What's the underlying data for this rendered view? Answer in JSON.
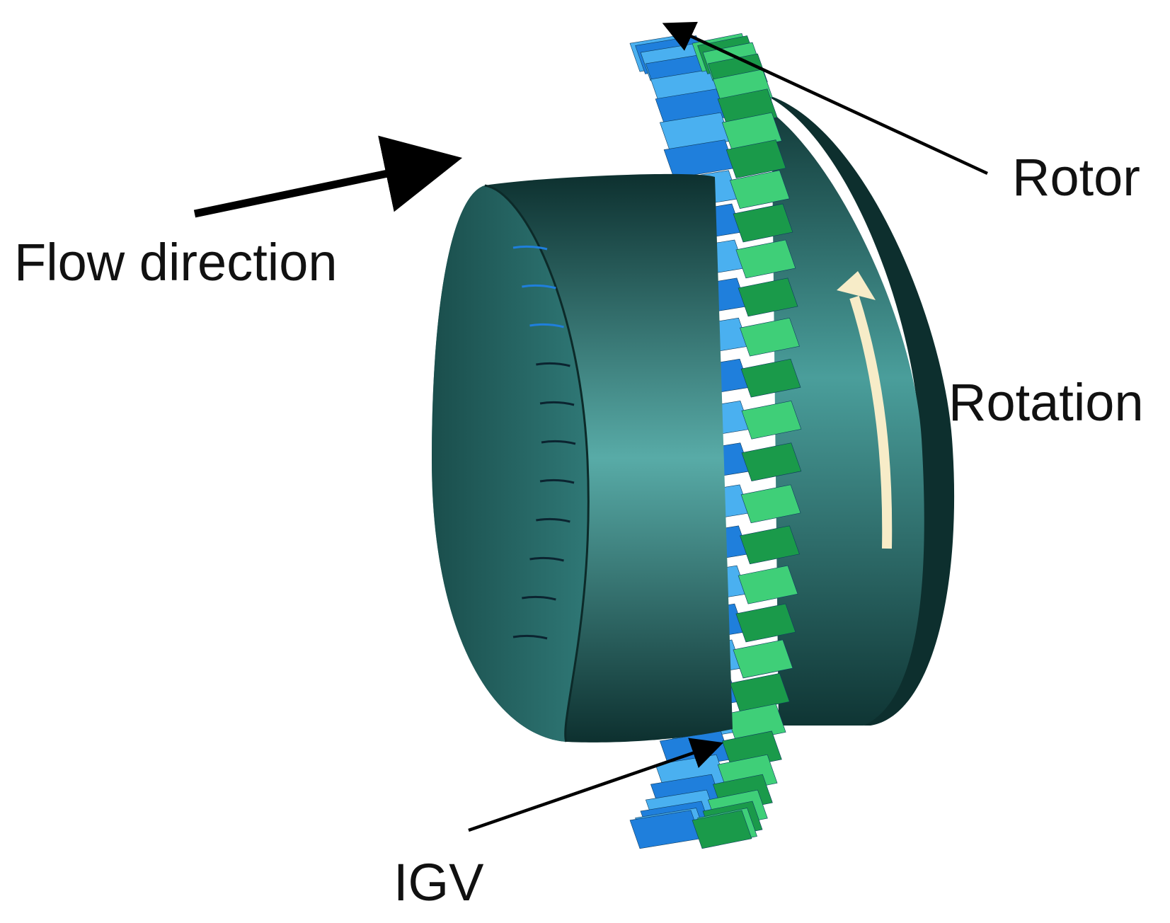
{
  "labels": {
    "flow_direction": "Flow direction",
    "rotor": "Rotor",
    "rotation": "Rotation",
    "igv": "IGV"
  },
  "colors": {
    "casing_dark": "#123b3a",
    "casing_light": "#4aa6a2",
    "igv_blade": "#1f7fdc",
    "igv_blade_light": "#4ab0f0",
    "rotor_blade": "#1a9a4a",
    "rotor_blade_light": "#3fcf78",
    "rotation_arrow": "#f7ecc8",
    "annotation": "#000000"
  },
  "blade_rows": {
    "igv_count": 30,
    "rotor_count": 30
  }
}
